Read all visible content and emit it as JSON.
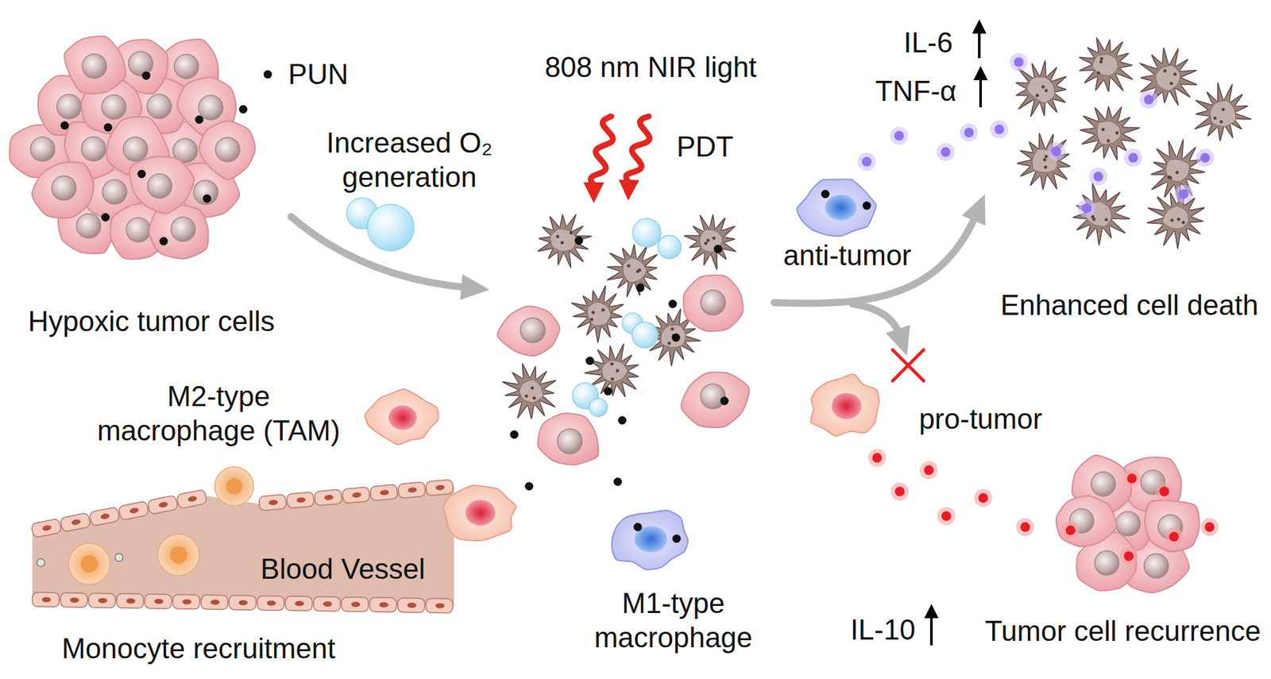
{
  "diagram": {
    "labels": [
      "PUN",
      "808 nm NIR light",
      "IL-6",
      "TNF-α",
      "Increased O₂ generation",
      "PDT",
      "anti-tumor",
      "Hypoxic tumor cells",
      "Enhanced cell death",
      "M2-type macrophage (TAM)",
      "pro-tumor",
      "Blood Vessel",
      "IL-10",
      "M1-type macrophage",
      "Monocyte recruitment",
      "Tumor cell recurrence"
    ]
  }
}
